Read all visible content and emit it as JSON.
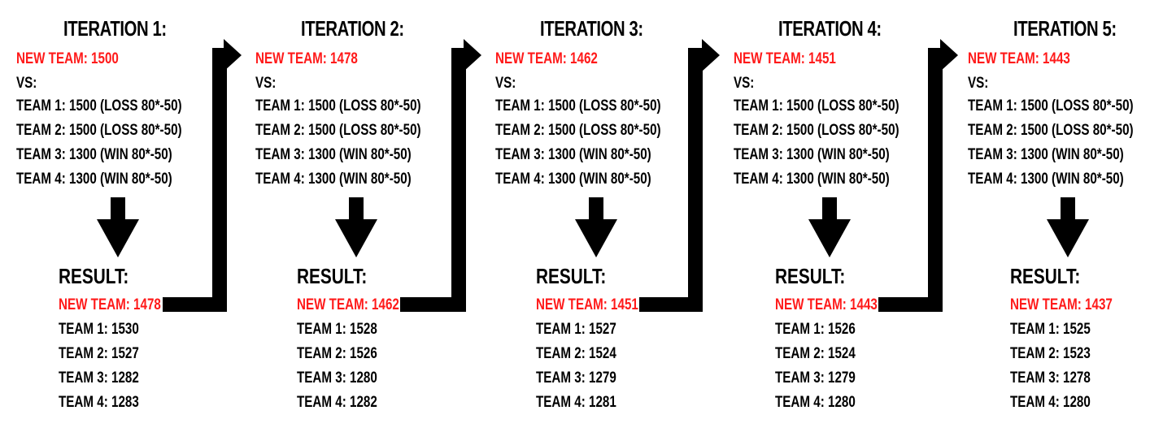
{
  "colors": {
    "text": "#000000",
    "highlight": "#ff1a1a",
    "arrow": "#000000"
  },
  "iterations": [
    {
      "title": "ITERATION 1:",
      "new_team": "NEW TEAM: 1500",
      "vs": "VS:",
      "matchups": [
        "TEAM 1: 1500 (LOSS 80*-50)",
        "TEAM 2: 1500 (LOSS 80*-50)",
        "TEAM 3: 1300 (WIN 80*-50)",
        "TEAM 4: 1300 (WIN 80*-50)"
      ],
      "result_title": "RESULT:",
      "result_new_team": "NEW TEAM: 1478",
      "results": [
        "TEAM 1: 1530",
        "TEAM 2: 1527",
        "TEAM 3: 1282",
        "TEAM 4: 1283"
      ]
    },
    {
      "title": "ITERATION 2:",
      "new_team": "NEW TEAM: 1478",
      "vs": "VS:",
      "matchups": [
        "TEAM 1: 1500 (LOSS 80*-50)",
        "TEAM 2: 1500 (LOSS 80*-50)",
        "TEAM 3: 1300 (WIN 80*-50)",
        "TEAM 4: 1300 (WIN 80*-50)"
      ],
      "result_title": "RESULT:",
      "result_new_team": "NEW TEAM: 1462",
      "results": [
        "TEAM 1: 1528",
        "TEAM 2: 1526",
        "TEAM 3: 1280",
        "TEAM 4: 1282"
      ]
    },
    {
      "title": "ITERATION 3:",
      "new_team": "NEW TEAM: 1462",
      "vs": "VS:",
      "matchups": [
        "TEAM 1: 1500 (LOSS 80*-50)",
        "TEAM 2: 1500 (LOSS 80*-50)",
        "TEAM 3: 1300 (WIN 80*-50)",
        "TEAM 4: 1300 (WIN 80*-50)"
      ],
      "result_title": "RESULT:",
      "result_new_team": "NEW TEAM: 1451",
      "results": [
        "TEAM 1: 1527",
        "TEAM 2: 1524",
        "TEAM 3: 1279",
        "TEAM 4: 1281"
      ]
    },
    {
      "title": "ITERATION 4:",
      "new_team": "NEW TEAM: 1451",
      "vs": "VS:",
      "matchups": [
        "TEAM 1: 1500 (LOSS 80*-50)",
        "TEAM 2: 1500 (LOSS 80*-50)",
        "TEAM 3: 1300 (WIN 80*-50)",
        "TEAM 4: 1300 (WIN 80*-50)"
      ],
      "result_title": "RESULT:",
      "result_new_team": "NEW TEAM: 1443",
      "results": [
        "TEAM 1: 1526",
        "TEAM 2: 1524",
        "TEAM 3: 1279",
        "TEAM 4: 1280"
      ]
    },
    {
      "title": "ITERATION 5:",
      "new_team": "NEW TEAM: 1443",
      "vs": "VS:",
      "matchups": [
        "TEAM 1: 1500 (LOSS 80*-50)",
        "TEAM 2: 1500 (LOSS 80*-50)",
        "TEAM 3: 1300 (WIN 80*-50)",
        "TEAM 4: 1300 (WIN 80*-50)"
      ],
      "result_title": "RESULT:",
      "result_new_team": "NEW TEAM: 1437",
      "results": [
        "TEAM 1: 1525",
        "TEAM 2: 1523",
        "TEAM 3: 1278",
        "TEAM 4: 1280"
      ]
    }
  ]
}
